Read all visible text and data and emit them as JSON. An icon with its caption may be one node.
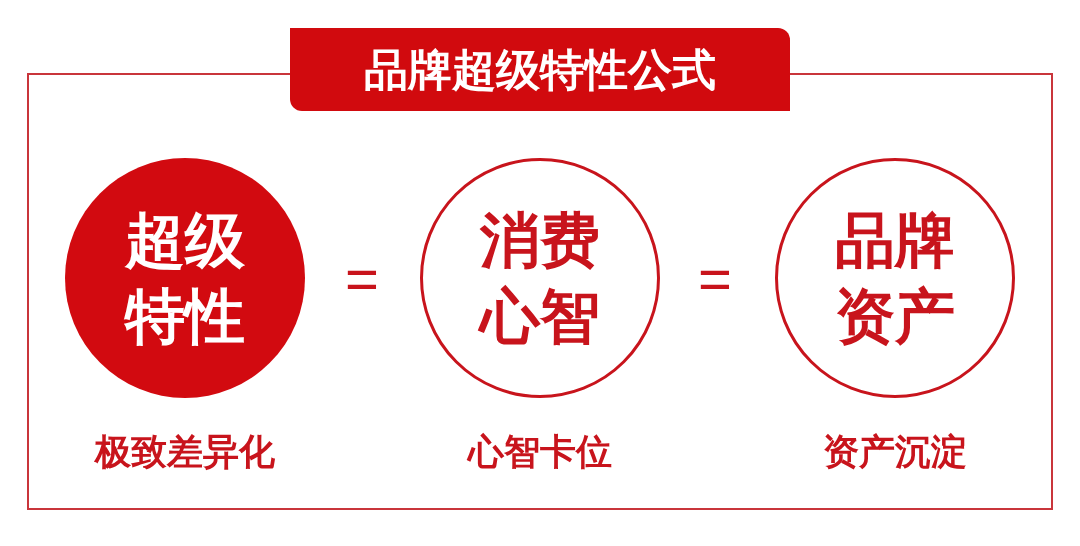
{
  "diagram": {
    "nodes": [
      {
        "text": [
          "品牌超级特性公式"
        ]
      },
      {
        "text": [
          "超级特性"
        ],
        "in": 0,
        "beside": [
          "极致差异化"
        ]
      },
      {
        "text": [
          "消费心智"
        ],
        "in": 0,
        "beside": [
          "心智卡位"
        ]
      },
      {
        "text": [
          "品牌资产"
        ],
        "in": 0,
        "beside": [
          "资产沉淀"
        ]
      }
    ],
    "labels": [
      "=",
      "="
    ]
  }
}
